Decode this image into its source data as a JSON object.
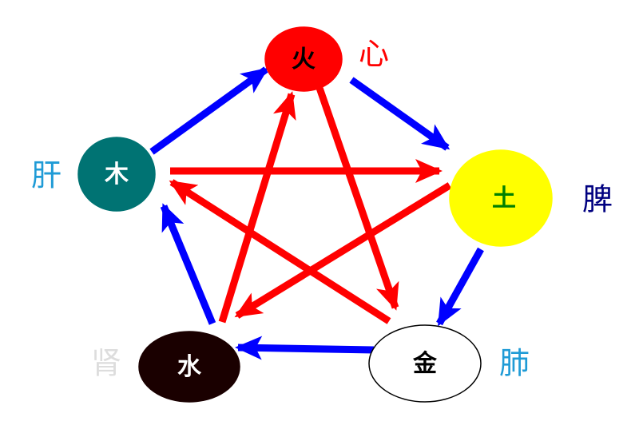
{
  "elements": {
    "fire": {
      "label": "火",
      "organ": "心",
      "fill": "#ff0000",
      "stroke": "#ff0000",
      "text_color": "#000000",
      "organ_color": "#ff0000"
    },
    "earth": {
      "label": "土",
      "organ": "脾",
      "fill": "#ffff00",
      "stroke": "#ffff00",
      "text_color": "#008000",
      "organ_color": "#000080"
    },
    "metal": {
      "label": "金",
      "organ": "肺",
      "fill": "#ffffff",
      "stroke": "#000000",
      "text_color": "#000000",
      "organ_color": "#1f9bd6"
    },
    "water": {
      "label": "水",
      "organ": "肾",
      "fill": "#1a0000",
      "stroke": "#1a0000",
      "text_color": "#ffffff",
      "organ_color": "#dddddd"
    },
    "wood": {
      "label": "木",
      "organ": "肝",
      "fill": "#007373",
      "stroke": "#007373",
      "text_color": "#ffffff",
      "organ_color": "#1f9bd6"
    }
  },
  "colors": {
    "generating_arrow": "#0000ff",
    "controlling_arrow": "#ff0000"
  }
}
